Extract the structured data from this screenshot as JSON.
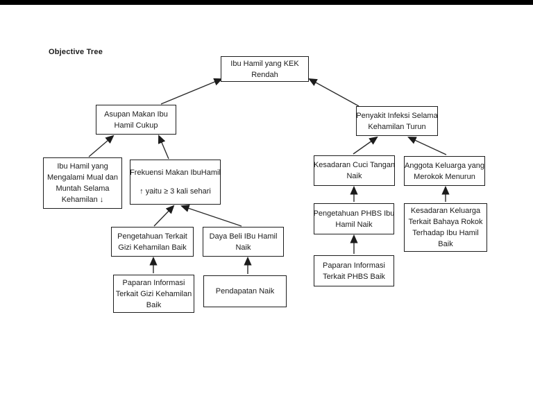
{
  "page": {
    "title": "Objective Tree"
  },
  "colors": {
    "background": "#ffffff",
    "box_border": "#1c1c1c",
    "text": "#1a1a1a",
    "arrow": "#2b2b2b",
    "top_bar": "#000000"
  },
  "nodes": [
    {
      "id": "kek",
      "lines": [
        "Ibu Hamil yang KEK",
        "Rendah"
      ]
    },
    {
      "id": "asupan",
      "lines": [
        "Asupan Makan Ibu",
        "Hamil Cukup"
      ]
    },
    {
      "id": "penyakit",
      "lines": [
        "Penyakit Infeksi Selama",
        "Kehamilan Turun"
      ]
    },
    {
      "id": "mual",
      "lines": [
        "Ibu Hamil yang",
        "Mengalami Mual dan",
        "Muntah Selama",
        "Kehamilan ↓"
      ]
    },
    {
      "id": "frekuensi",
      "lines": [
        "Frekuensi Makan IbuHamil",
        "↑ yaitu ≥ 3 kali sehari"
      ]
    },
    {
      "id": "cuci",
      "lines": [
        "Kesadaran Cuci Tangan",
        "Naik"
      ]
    },
    {
      "id": "anggota",
      "lines": [
        "Anggota Keluarga yang",
        "Merokok Menurun"
      ]
    },
    {
      "id": "gizi",
      "lines": [
        "Pengetahuan Terkait",
        "Gizi Kehamilan Baik"
      ]
    },
    {
      "id": "dayabeli",
      "lines": [
        "Daya Beli IBu Hamil",
        "Naik"
      ]
    },
    {
      "id": "phbs",
      "lines": [
        "Pengetahuan PHBS Ibu",
        "Hamil Naik"
      ]
    },
    {
      "id": "rokok",
      "lines": [
        "Kesadaran Keluarga",
        "Terkait Bahaya Rokok",
        "Terhadap Ibu Hamil",
        "Baik"
      ]
    },
    {
      "id": "papgizi",
      "lines": [
        "Paparan Informasi",
        "Terkait Gizi Kehamilan",
        "Baik"
      ]
    },
    {
      "id": "pendapatan",
      "lines": [
        "Pendapatan Naik"
      ]
    },
    {
      "id": "papphbs",
      "lines": [
        "Paparan Informasi",
        "Terkait PHBS Baik"
      ]
    }
  ],
  "edges": [
    {
      "from": "asupan",
      "to": "kek"
    },
    {
      "from": "penyakit",
      "to": "kek"
    },
    {
      "from": "mual",
      "to": "asupan"
    },
    {
      "from": "frekuensi",
      "to": "asupan"
    },
    {
      "from": "gizi",
      "to": "frekuensi"
    },
    {
      "from": "dayabeli",
      "to": "frekuensi"
    },
    {
      "from": "papgizi",
      "to": "gizi"
    },
    {
      "from": "pendapatan",
      "to": "dayabeli"
    },
    {
      "from": "cuci",
      "to": "penyakit"
    },
    {
      "from": "anggota",
      "to": "penyakit"
    },
    {
      "from": "phbs",
      "to": "cuci"
    },
    {
      "from": "papphbs",
      "to": "phbs"
    },
    {
      "from": "rokok",
      "to": "anggota"
    }
  ]
}
